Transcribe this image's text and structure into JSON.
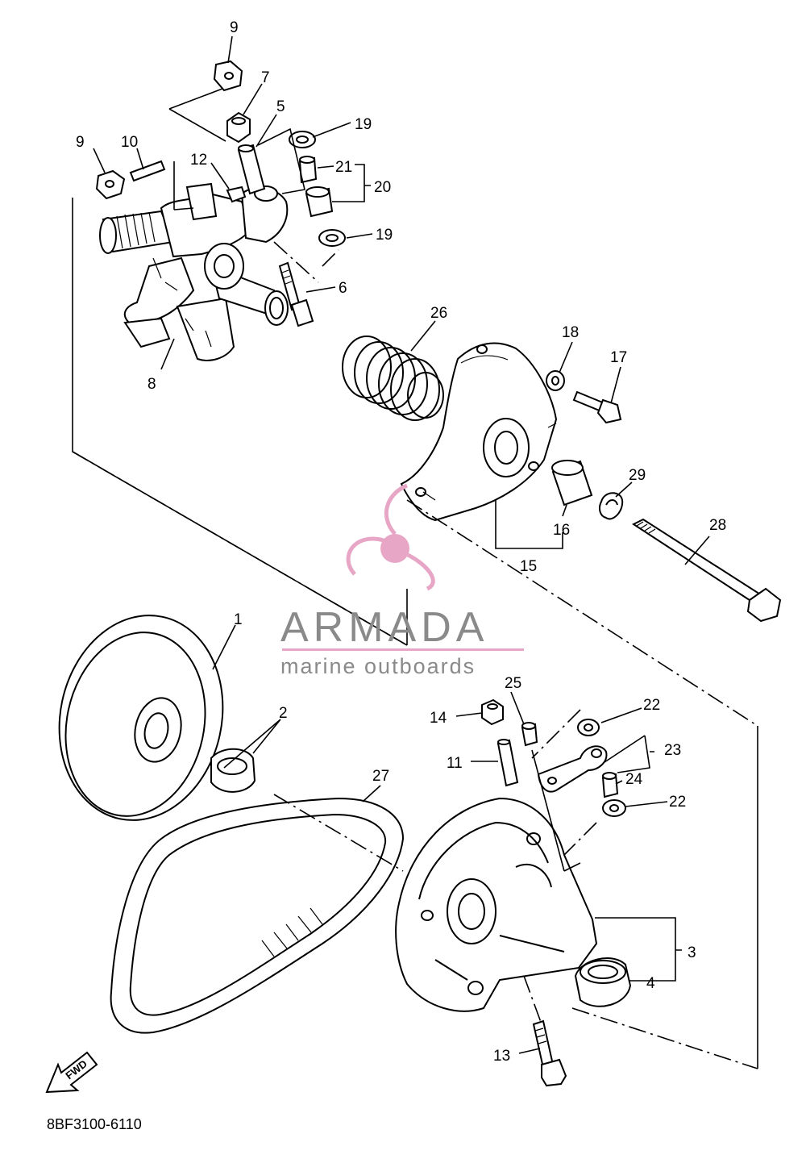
{
  "callouts": [
    {
      "id": "c9a",
      "text": "9"
    },
    {
      "id": "c7",
      "text": "7"
    },
    {
      "id": "c5",
      "text": "5"
    },
    {
      "id": "c19a",
      "text": "19"
    },
    {
      "id": "c9b",
      "text": "9"
    },
    {
      "id": "c10",
      "text": "10"
    },
    {
      "id": "c12",
      "text": "12"
    },
    {
      "id": "c21",
      "text": "21"
    },
    {
      "id": "c20",
      "text": "20"
    },
    {
      "id": "c19b",
      "text": "19"
    },
    {
      "id": "c6",
      "text": "6"
    },
    {
      "id": "c8",
      "text": "8"
    },
    {
      "id": "c26",
      "text": "26"
    },
    {
      "id": "c18",
      "text": "18"
    },
    {
      "id": "c17",
      "text": "17"
    },
    {
      "id": "c29",
      "text": "29"
    },
    {
      "id": "c28",
      "text": "28"
    },
    {
      "id": "c16",
      "text": "16"
    },
    {
      "id": "c15",
      "text": "15"
    },
    {
      "id": "c1",
      "text": "1"
    },
    {
      "id": "c2",
      "text": "2"
    },
    {
      "id": "c25",
      "text": "25"
    },
    {
      "id": "c22a",
      "text": "22"
    },
    {
      "id": "c14",
      "text": "14"
    },
    {
      "id": "c23",
      "text": "23"
    },
    {
      "id": "c11",
      "text": "11"
    },
    {
      "id": "c24",
      "text": "24"
    },
    {
      "id": "c27",
      "text": "27"
    },
    {
      "id": "c22b",
      "text": "22"
    },
    {
      "id": "c3",
      "text": "3"
    },
    {
      "id": "c4",
      "text": "4"
    },
    {
      "id": "c13",
      "text": "13"
    }
  ],
  "watermark": {
    "brand": "ARMADA",
    "tagline": "marine outboards",
    "logo_color": "#e8a6c6",
    "text_color": "#8a8a8a"
  },
  "fwd_label": "FWD",
  "diagram_code": "8BF3100-6110"
}
